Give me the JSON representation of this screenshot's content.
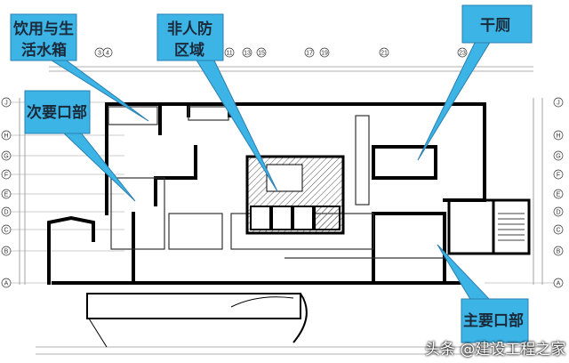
{
  "callouts": [
    {
      "id": "water-tank",
      "lines": [
        "饮用与生",
        "活水箱"
      ]
    },
    {
      "id": "non-civil-defense",
      "lines": [
        "非人防",
        "区域"
      ]
    },
    {
      "id": "dry-toilet",
      "lines": [
        "干厕"
      ]
    },
    {
      "id": "secondary-entrance",
      "lines": [
        "次要口部"
      ]
    },
    {
      "id": "main-entrance",
      "lines": [
        "主要口部"
      ]
    }
  ],
  "axis_rows": [
    "J",
    "H",
    "G",
    "F",
    "E",
    "D",
    "C",
    "B",
    "A"
  ],
  "axis_cols": [
    "3",
    "4",
    "11",
    "13",
    "15",
    "17",
    "19",
    "21",
    "23"
  ],
  "watermark": "头条 @建设工程之家",
  "colors": {
    "callout_fill": "#3cb4e6",
    "callout_stroke": "#2a7fb0",
    "wall": "#000000",
    "hatch": "#555555"
  }
}
